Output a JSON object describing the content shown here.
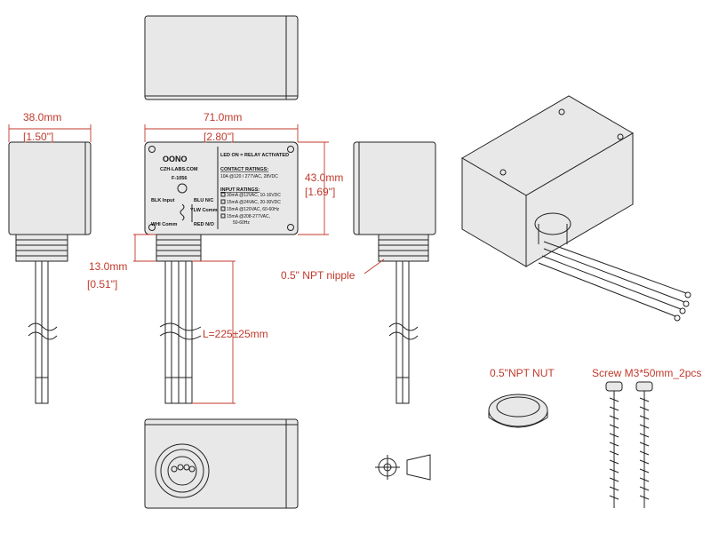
{
  "dimensions": {
    "width_mm": "71.0mm",
    "width_in": "[2.80\"]",
    "depth_mm": "38.0mm",
    "depth_in": "[1.50\"]",
    "height_mm": "43.0mm",
    "height_in": "[1.69\"]",
    "nipple_mm": "13.0mm",
    "nipple_in": "[0.51\"]",
    "lead_length": "L=225±25mm"
  },
  "callouts": {
    "npt_nipple": "0.5\" NPT nipple",
    "npt_nut": "0.5\"NPT NUT",
    "screw": "Screw M3*50mm_2pcs"
  },
  "label": {
    "brand": "OONO",
    "company": "CZH-LABS.COM",
    "model": "F-1056",
    "led": "LED ON = RELAY ACTIVATED",
    "contact_title": "CONTACT RATINGS:",
    "contact_value": "10A @120 / 277VAC, 28VDC",
    "input_title": "INPUT RATINGS:",
    "input_1": "30mA @12VAC, 10-16VDC",
    "input_2": "15mA @24VAC, 20-30VDC",
    "input_3": "15mA @120VAC, 60-60Hz",
    "input_4": "15mA @208-277VAC,",
    "input_4b": "50-60Hz",
    "blk": "BLK Input",
    "whi": "WHI Comm",
    "blu": "BLU N/C",
    "ylw": "YLW Comm",
    "red": "RED N/O"
  },
  "colors": {
    "dimension": "#c0392b",
    "outline": "#222222"
  }
}
